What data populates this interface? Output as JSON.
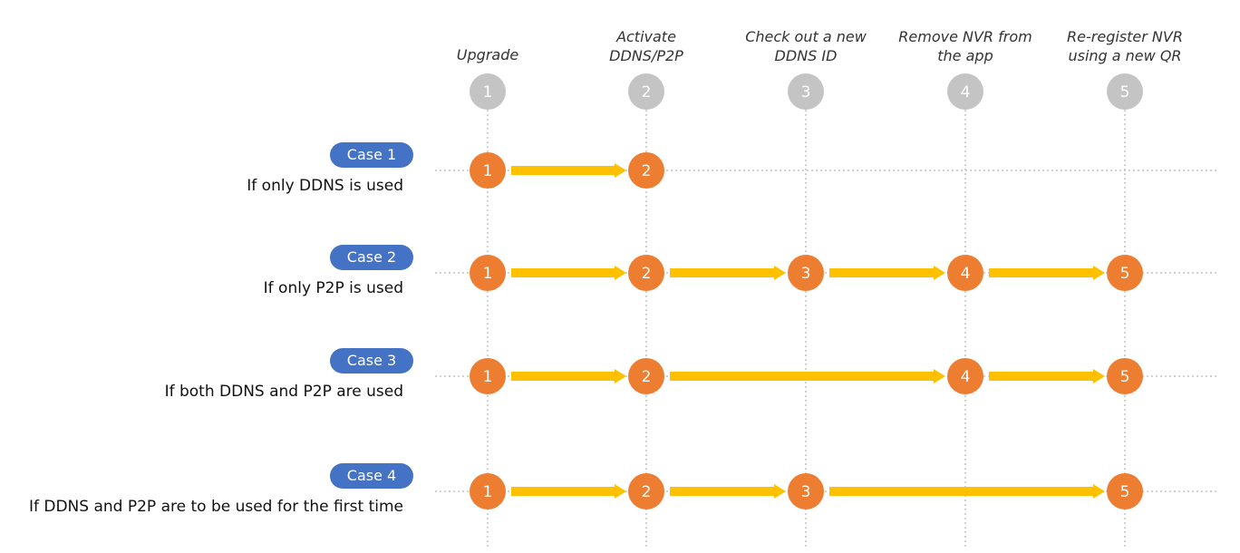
{
  "colors": {
    "header_circle": "#c4c4c4",
    "step_circle": "#ed7d31",
    "arrow": "#ffc000",
    "case_badge": "#4472c4",
    "gridline": "#a6a6a6"
  },
  "steps": [
    {
      "num": "1",
      "lines": [
        "Upgrade"
      ]
    },
    {
      "num": "2",
      "lines": [
        "Activate",
        "DDNS/P2P"
      ]
    },
    {
      "num": "3",
      "lines": [
        "Check out a new",
        "DDNS ID"
      ]
    },
    {
      "num": "4",
      "lines": [
        "Remove NVR from",
        "the app"
      ]
    },
    {
      "num": "5",
      "lines": [
        "Re-register NVR",
        "using a new QR"
      ]
    }
  ],
  "cases": [
    {
      "label": "Case 1",
      "description": "If only DDNS is used",
      "steps": [
        1,
        2
      ]
    },
    {
      "label": "Case 2",
      "description": "If only P2P is used",
      "steps": [
        1,
        2,
        3,
        4,
        5
      ]
    },
    {
      "label": "Case 3",
      "description": "If both DDNS and P2P are used",
      "steps": [
        1,
        2,
        4,
        5
      ]
    },
    {
      "label": "Case 4",
      "description": "If DDNS and P2P are to be used for the first time",
      "steps": [
        1,
        2,
        3,
        5
      ]
    }
  ]
}
